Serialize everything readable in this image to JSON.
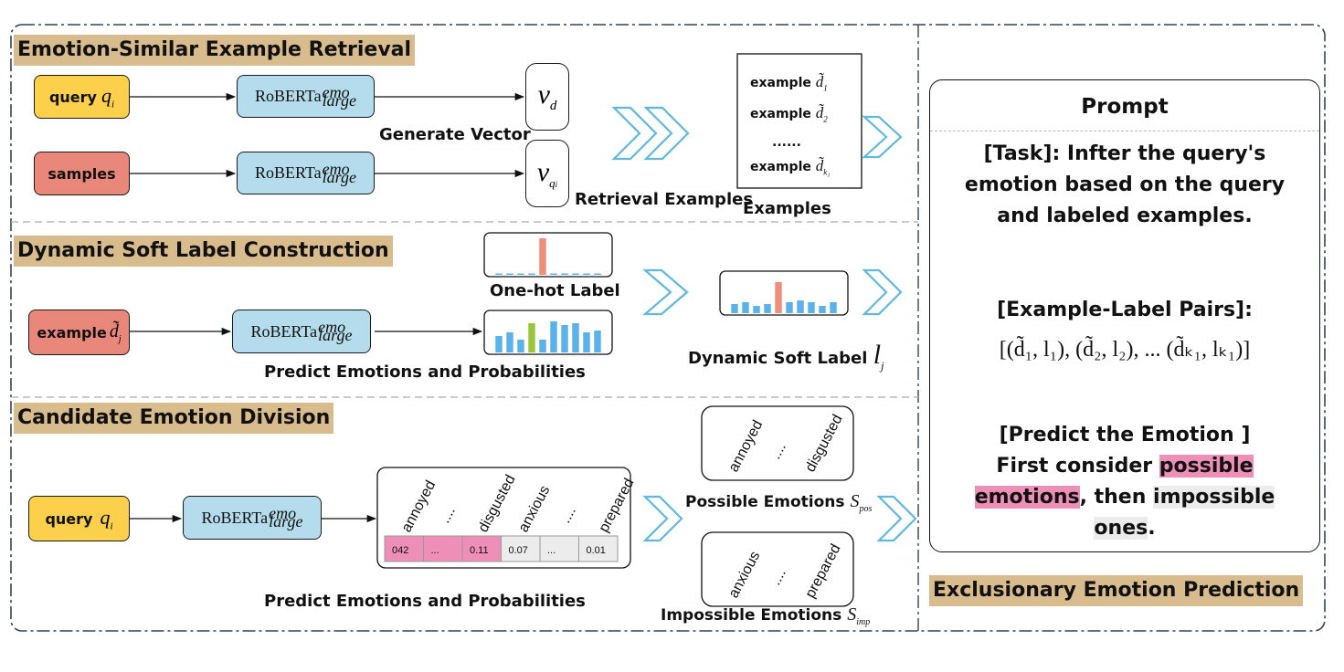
{
  "sections": {
    "retrieval": "Emotion-Similar Example Retrieval",
    "soft_label": "Dynamic Soft Label Construction",
    "division": "Candidate Emotion Division",
    "prediction": "Exclusionary Emotion Prediction"
  },
  "retrieval": {
    "query_label": "query",
    "samples_label": "samples",
    "model_name": "RoBERTa",
    "model_sup": "emo",
    "model_sub": "large",
    "vd": "v",
    "vd_sub": "d",
    "vq": "v",
    "vq_sub": "q",
    "generate_vector": "Generate Vector",
    "retrieval_examples": "Retrieval Examples",
    "examples_caption": "Examples",
    "examples_list": [
      "example",
      "example",
      "......",
      "example"
    ]
  },
  "soft_label": {
    "example_label": "example",
    "one_hot_label": "One-hot Label",
    "predict_caption": "Predict Emotions and Probabilities",
    "dynamic_soft_label": "Dynamic Soft Label",
    "l_symbol": "l",
    "l_sub": "j"
  },
  "division": {
    "query_label": "query",
    "emotions": [
      "annoyed",
      "....",
      "disgusted",
      "anxious",
      "....",
      "prepared"
    ],
    "probabilities": [
      "042",
      "...",
      "0.11",
      "0.07",
      "...",
      "0.01"
    ],
    "predict_caption": "Predict Emotions and Probabilities",
    "possible_emotions": [
      "annoyed",
      "....",
      "disgusted"
    ],
    "impossible_emotions": [
      "anxious",
      "....",
      "prepared"
    ],
    "possible_caption": "Possible Emotions",
    "impossible_caption": "Impossible Emotions",
    "s_symbol": "S",
    "pos_sub": "pos",
    "imp_sub": "imp"
  },
  "prompt": {
    "title": "Prompt",
    "task_lines": [
      "[Task]: Infter the query's",
      "emotion based on the query",
      "and labeled examples."
    ],
    "pairs_heading": "[Example-Label Pairs]:",
    "pairs_formula": "[(d̃₁, l₁), (d̃₂, l₂), ... (d̃ₖ₁, lₖ₁)]",
    "predict_heading": "[Predict the Emotion ]",
    "predict_first": "First consider",
    "predict_possible_1": "possible",
    "predict_possible_2": "emotions",
    "predict_then": ", then",
    "predict_impossible_1": "impossible",
    "predict_impossible_2": "ones",
    "predict_end": "."
  },
  "colors": {
    "query": "#fcd04b",
    "samples": "#e8877a",
    "model": "#b4dcec",
    "section_label": "#d9bc8e",
    "chevron": "#5fb8dd",
    "onehot_bar": "#ee8f7c",
    "prob_bar": "#5bb1e9",
    "prob_bar_max": "#9bc43d",
    "highlight_pink": "#ee8fb8"
  },
  "chart_data": [
    {
      "type": "bar",
      "title": "One-hot Label",
      "values": [
        0,
        0,
        0,
        0,
        1,
        0,
        0,
        0,
        0,
        0
      ]
    },
    {
      "type": "bar",
      "title": "Predict Emotions and Probabilities",
      "values": [
        0.45,
        0.55,
        0.35,
        0.8,
        0.35,
        0.85,
        0.75,
        0.8,
        0.55,
        0.6
      ]
    },
    {
      "type": "bar",
      "title": "Dynamic Soft Label",
      "values": [
        0.25,
        0.3,
        0.2,
        0.25,
        0.85,
        0.3,
        0.35,
        0.3,
        0.2,
        0.3
      ]
    }
  ]
}
